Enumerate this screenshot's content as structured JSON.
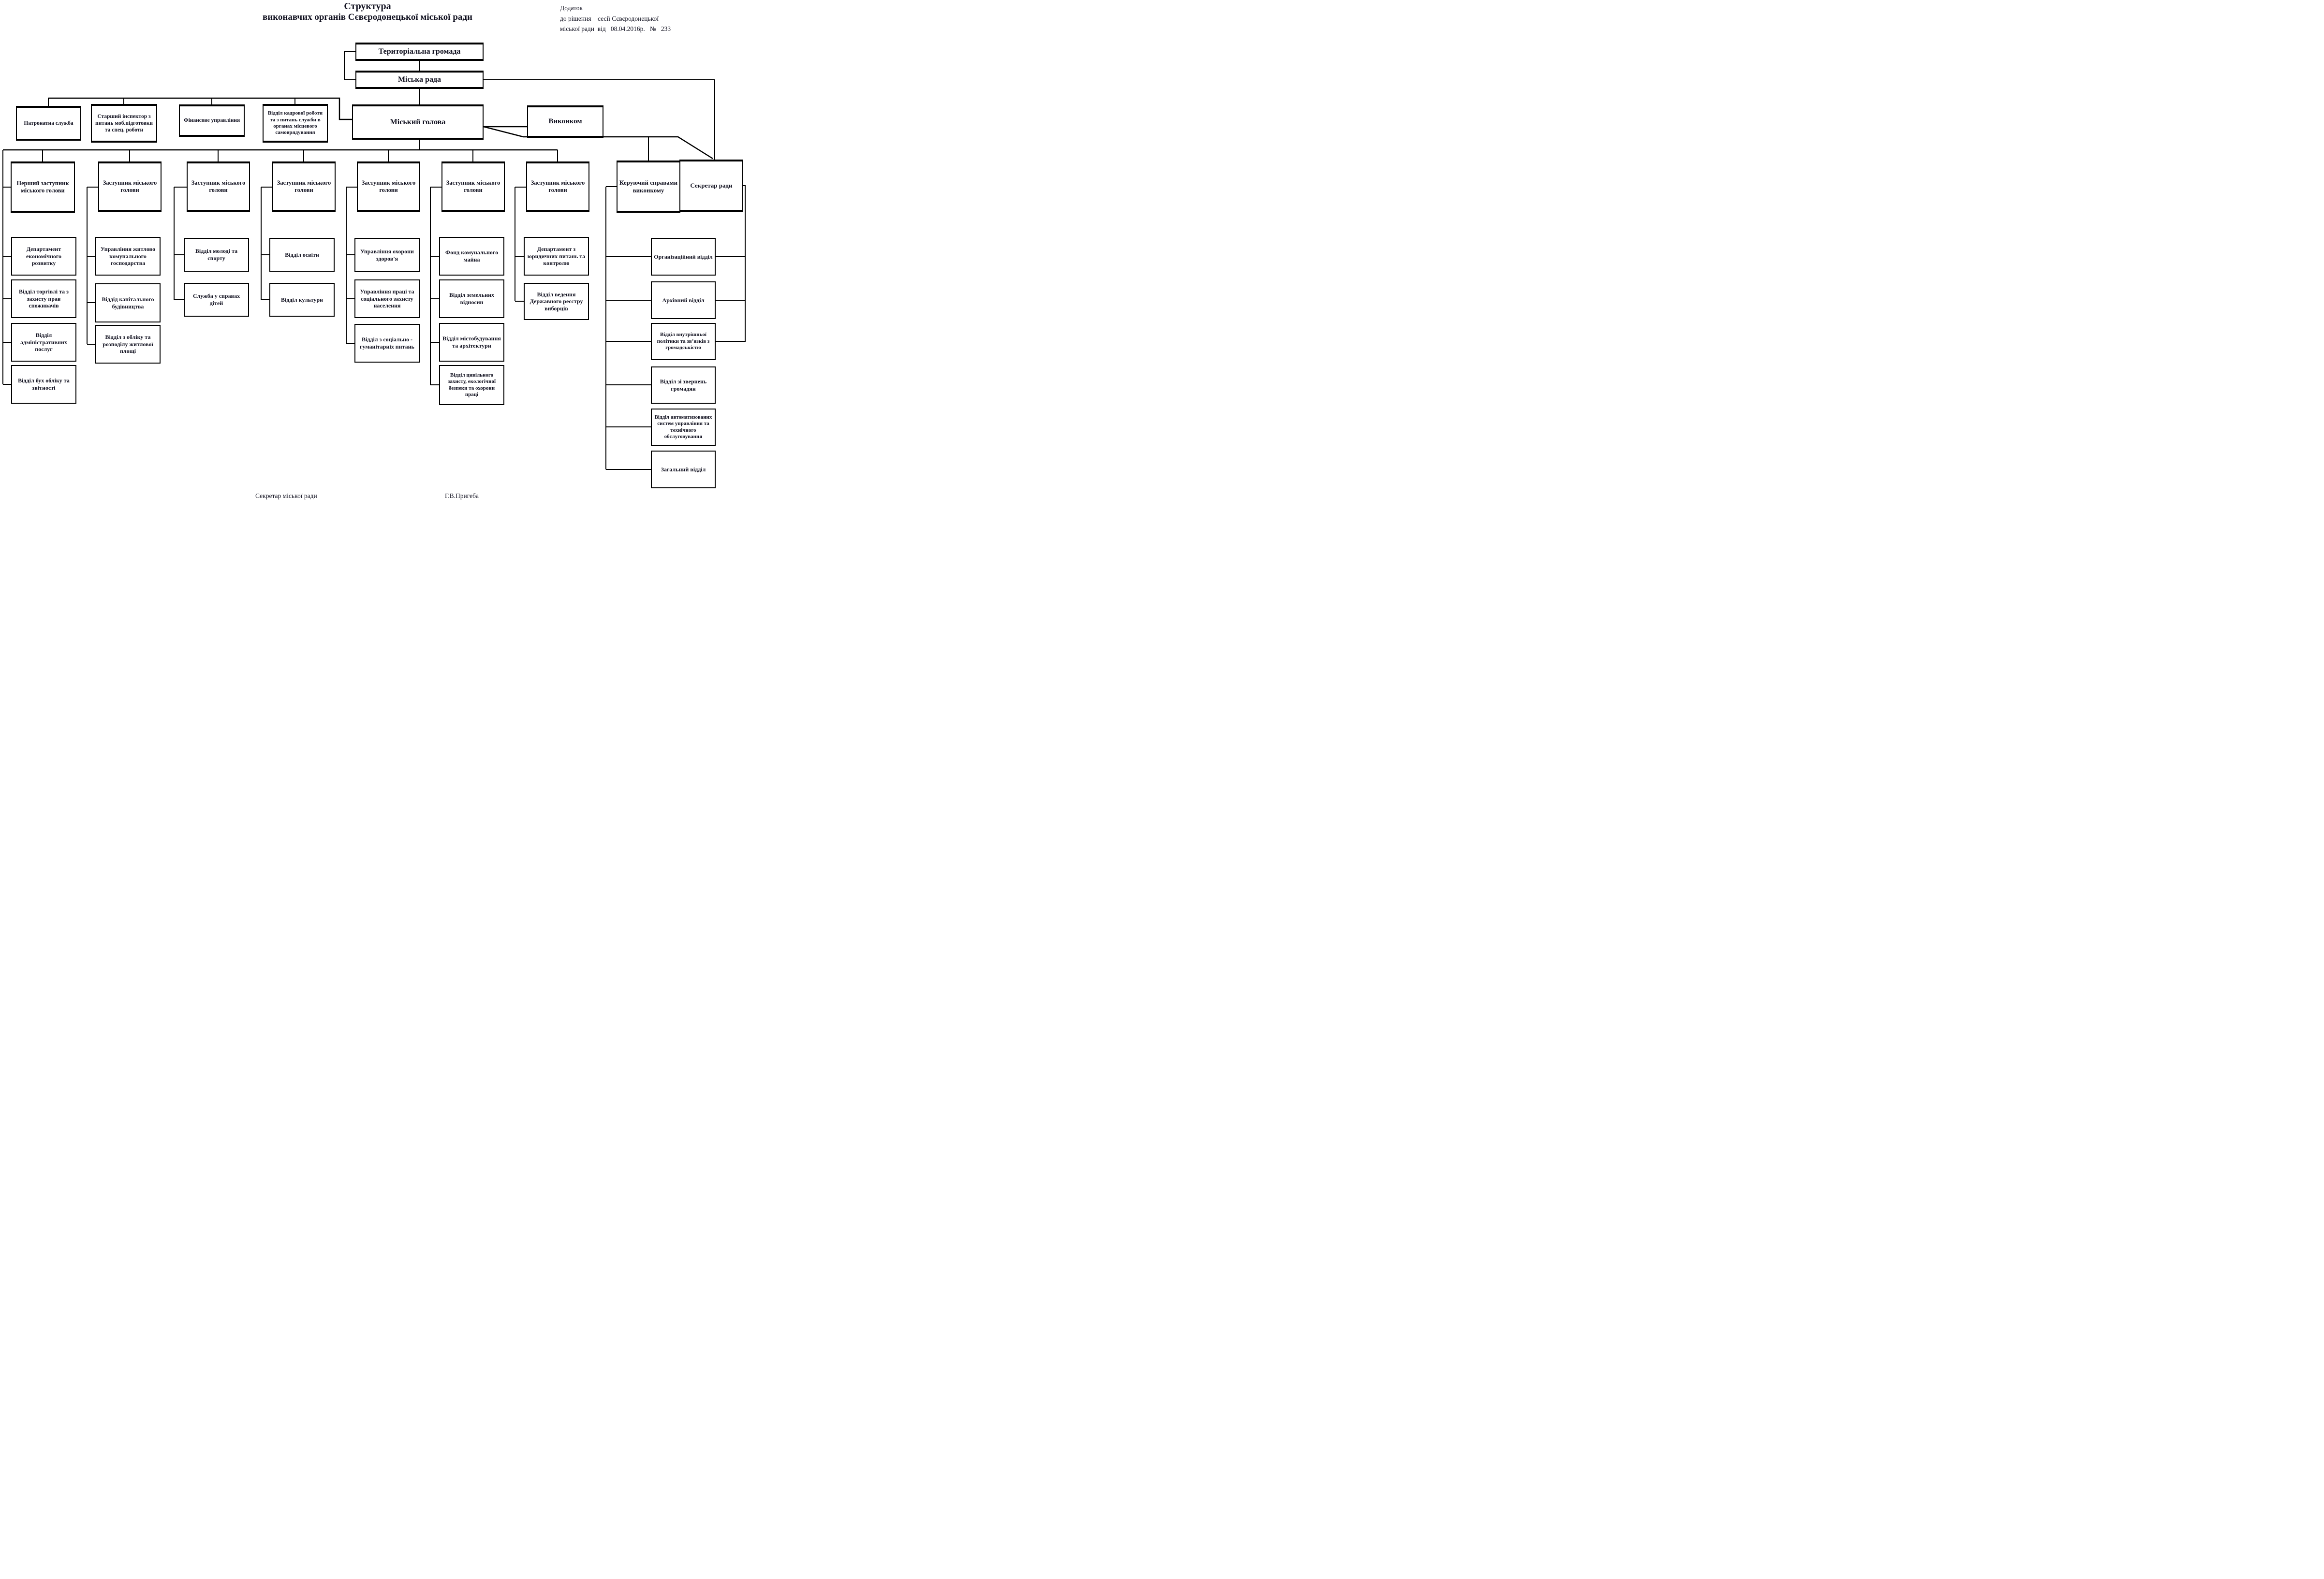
{
  "page": {
    "title_line1": "Структура",
    "title_line2": "виконавчих органів Сєвєродонецької міської ради",
    "annotation_line1": "Додаток",
    "annotation_line2": "до рішення    сесії Сєвєродонецької",
    "annotation_line3": "міської ради  від   08.04.2016р.   №   233",
    "footer_left": "Секретар міської ради",
    "footer_right": "Г.В.Пригеба",
    "line_color": "#000000",
    "text_color": "#10101f"
  },
  "org": {
    "hromada": "Територіальна громада",
    "rada": "Міська рада",
    "holova": "Міський голова",
    "vykonkom": "Виконком",
    "staff": [
      "Патронатна служба",
      "Старший інспектор з питань моб.підготовки та спец. роботи",
      "Фінансове управління",
      "Відділ кадрової роботи та з питань служби в органах місцевого самоврядування"
    ],
    "deputies": [
      "Перший заступник міського голови",
      "Заступник міського голови",
      "Заступник міського голови",
      "Заступник міського голови",
      "Заступник міського голови",
      "Заступник міського голови",
      "Заступник міського голови",
      "Керуючий справами виконкому",
      "Секретар ради"
    ],
    "columns": [
      [
        "Департамент економічного розвитку",
        "Відділ торгівлі та з захисту прав споживачів",
        "Відділ адміністративних послуг",
        "Відділ бух обліку та звітності"
      ],
      [
        "Управління житлово комунального господарства",
        "Віддід капітального будівництва",
        "Відділ з обліку та розподілу житлової площі"
      ],
      [
        "Відділ молоді  та спорту",
        "Служба у справах дітей"
      ],
      [
        "Відділ освіти",
        "Відділ культури"
      ],
      [
        "Управління охорони здоров'я",
        "Управління праці та соціального захисту населення",
        "Відділ з соціально - гуманітарніх питань"
      ],
      [
        "Фонд комунального майна",
        "Відділ земельних відносин",
        "Відділ містобудування та архітектури",
        "Відділ цивільного захисту, екологічної безпеки та охорони праці"
      ],
      [
        "Департамент з юридичних питань та контролю",
        "Відділ ведення Державного реєстру виборців"
      ],
      [
        "Організаційний відділ",
        "Архівний відділ",
        "Відділ внутрішньої політики та зв’язків з громадськістю",
        "Відділ зі звернень громадян",
        "Відділ автоматизованих систем управління та технічного обслуговування",
        "Загальний відділ"
      ]
    ]
  }
}
